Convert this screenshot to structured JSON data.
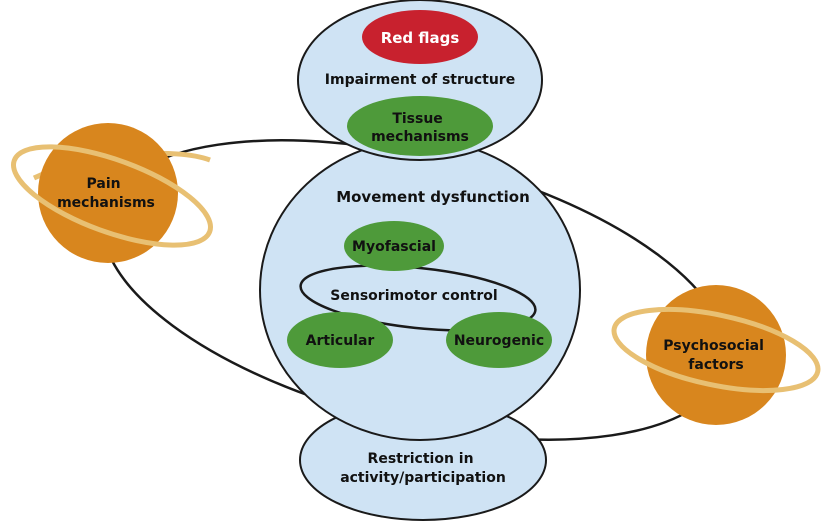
{
  "nodes": {
    "red_flags": "Red flags",
    "impairment": "Impairment of structure",
    "tissue": [
      "Tissue",
      "mechanisms"
    ],
    "movement": "Movement dysfunction",
    "myofascial": "Myofascial",
    "sensorimotor": "Sensorimotor control",
    "articular": "Articular",
    "neurogenic": "Neurogenic",
    "restriction": [
      "Restriction in",
      "activity/participation"
    ],
    "pain": [
      "Pain",
      "mechanisms"
    ],
    "psychosocial": [
      "Psychosocial",
      "factors"
    ]
  },
  "colors": {
    "light_blue": "#cfe3f4",
    "green": "#4e9a3a",
    "red": "#c8212e",
    "orange": "#d8861e",
    "ring": "#e8c073",
    "outline": "#1a1a1a"
  }
}
